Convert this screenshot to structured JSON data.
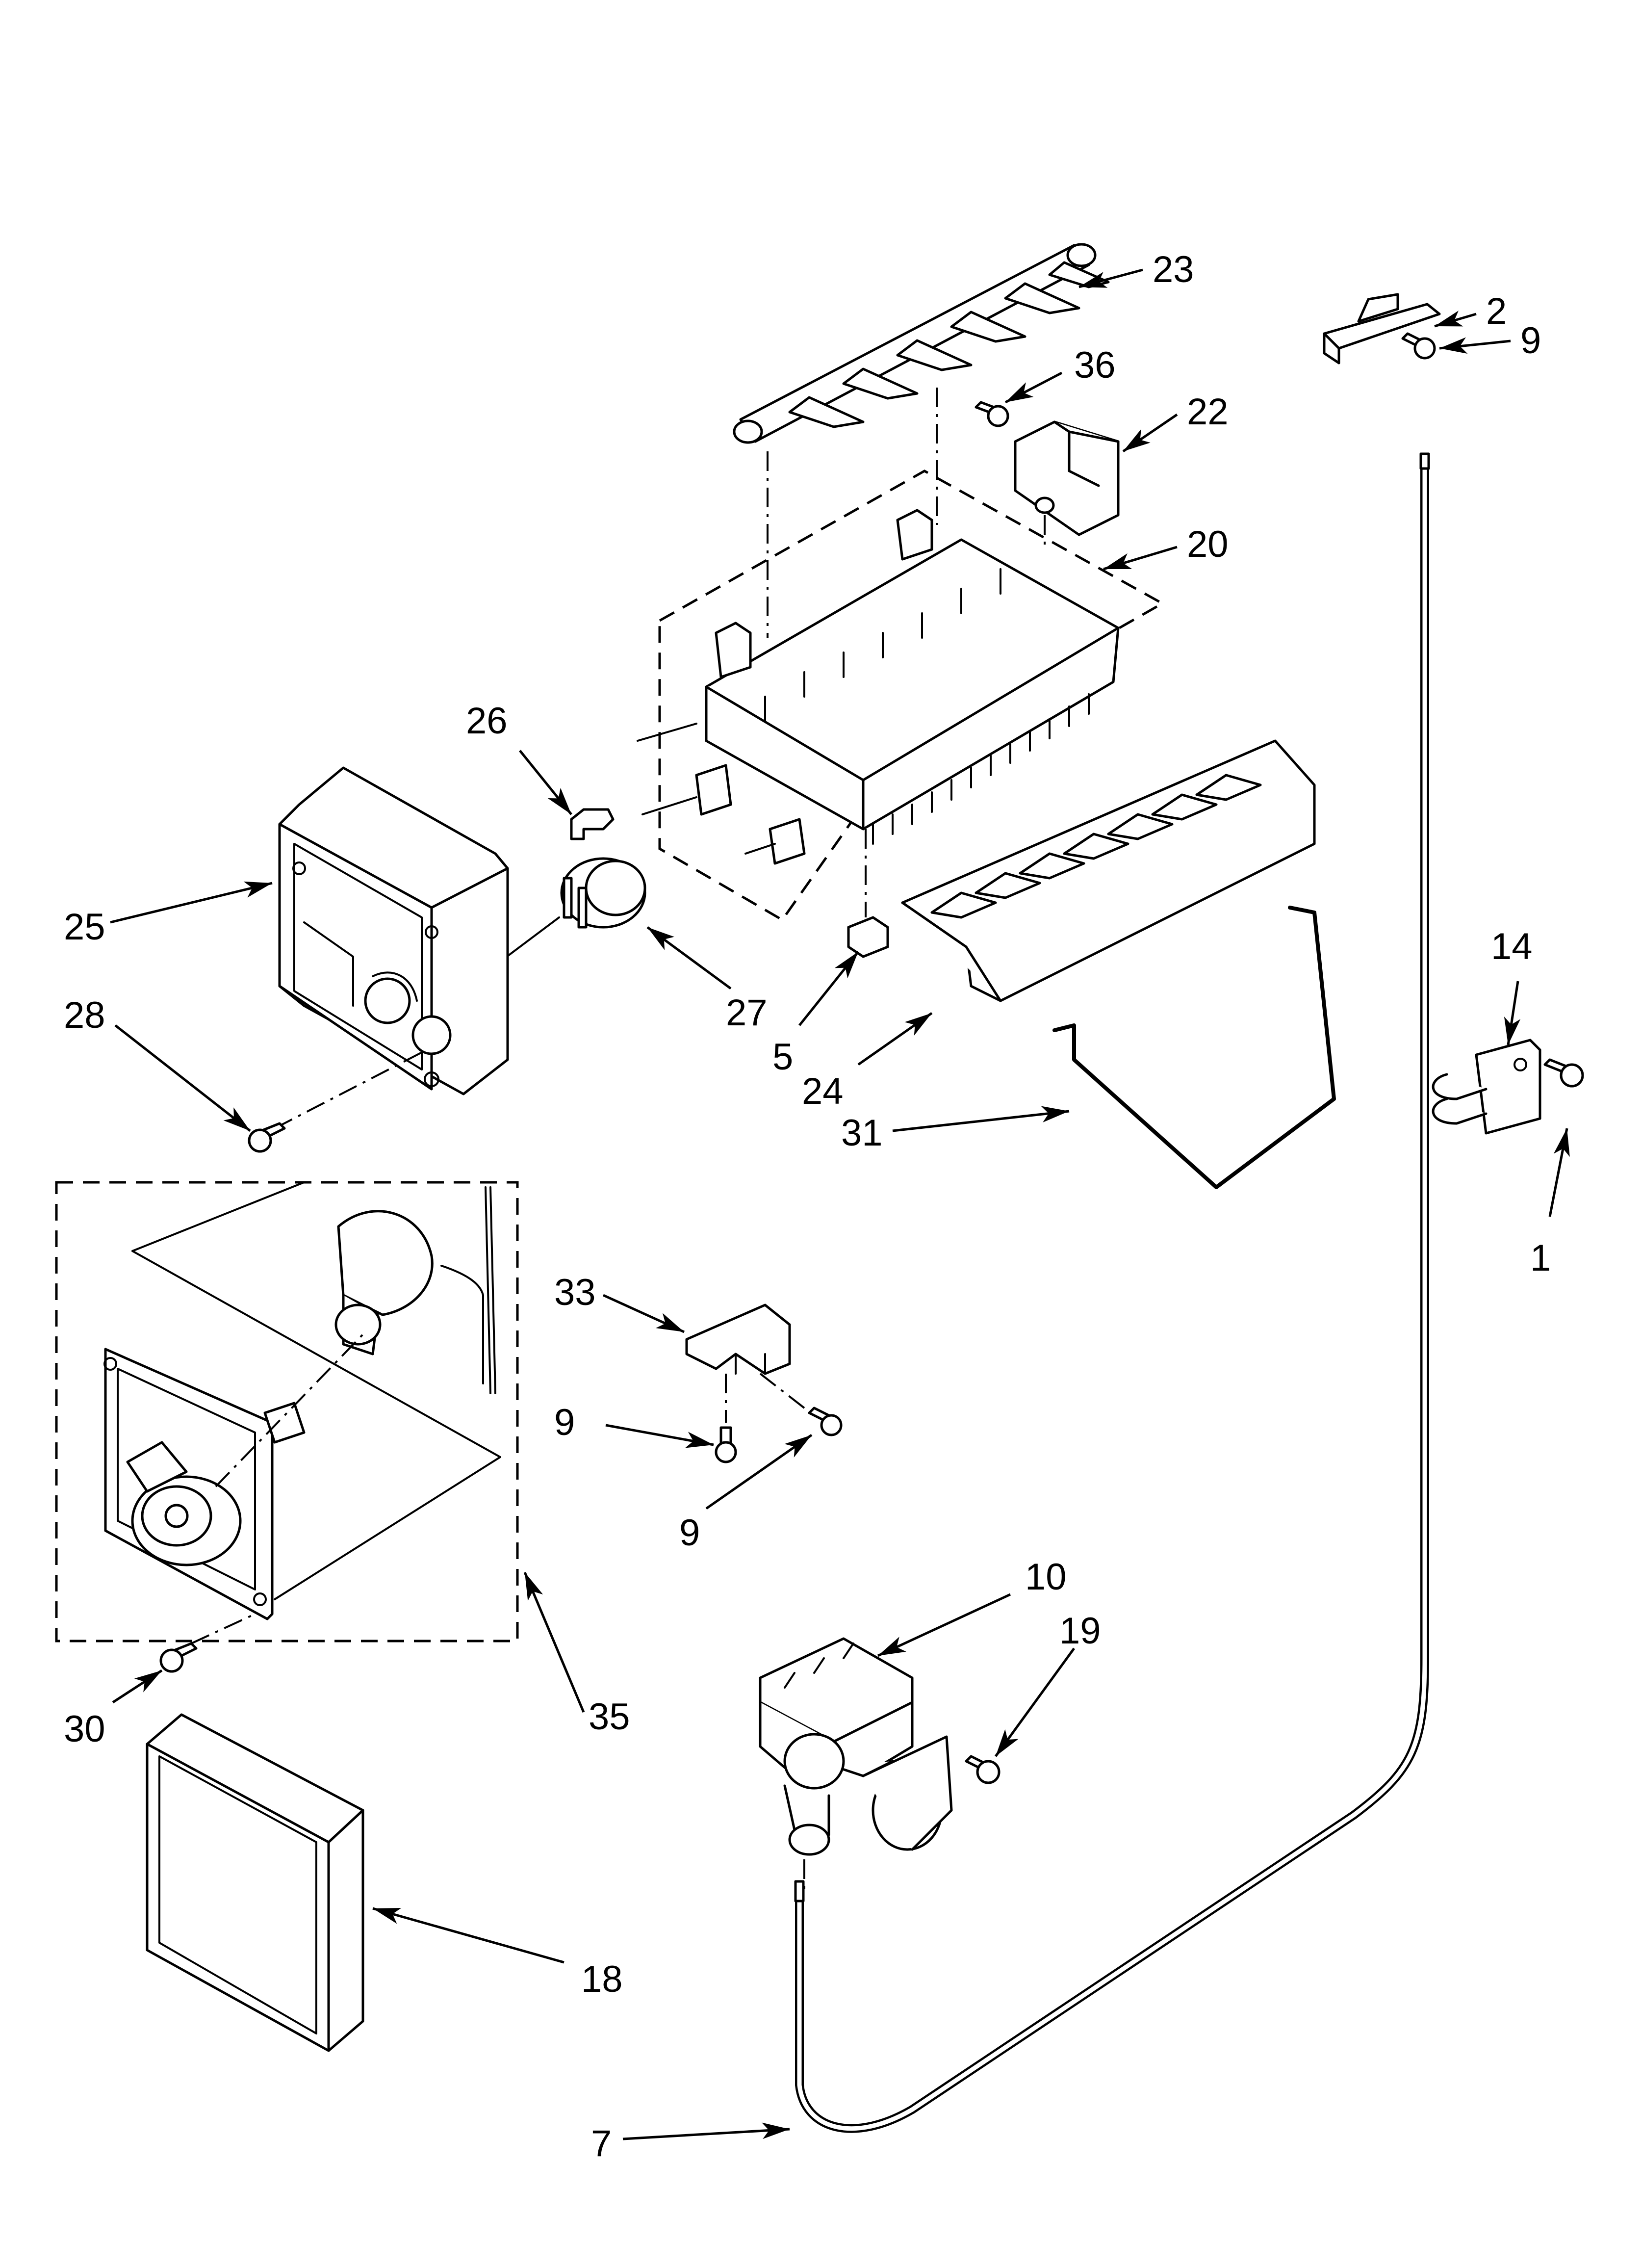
{
  "callouts": [
    {
      "id": "c23",
      "text": "23"
    },
    {
      "id": "c2",
      "text": "2"
    },
    {
      "id": "c36",
      "text": "36"
    },
    {
      "id": "c9a",
      "text": "9"
    },
    {
      "id": "c22",
      "text": "22"
    },
    {
      "id": "c20",
      "text": "20"
    },
    {
      "id": "c26",
      "text": "26"
    },
    {
      "id": "c25",
      "text": "25"
    },
    {
      "id": "c27",
      "text": "27"
    },
    {
      "id": "c5",
      "text": "5"
    },
    {
      "id": "c24",
      "text": "24"
    },
    {
      "id": "c14",
      "text": "14"
    },
    {
      "id": "c28",
      "text": "28"
    },
    {
      "id": "c31",
      "text": "31"
    },
    {
      "id": "c1",
      "text": "1"
    },
    {
      "id": "c33",
      "text": "33"
    },
    {
      "id": "c9b",
      "text": "9"
    },
    {
      "id": "c9c",
      "text": "9"
    },
    {
      "id": "c10",
      "text": "10"
    },
    {
      "id": "c19",
      "text": "19"
    },
    {
      "id": "c30",
      "text": "30"
    },
    {
      "id": "c35",
      "text": "35"
    },
    {
      "id": "c18",
      "text": "18"
    },
    {
      "id": "c7",
      "text": "7"
    }
  ]
}
